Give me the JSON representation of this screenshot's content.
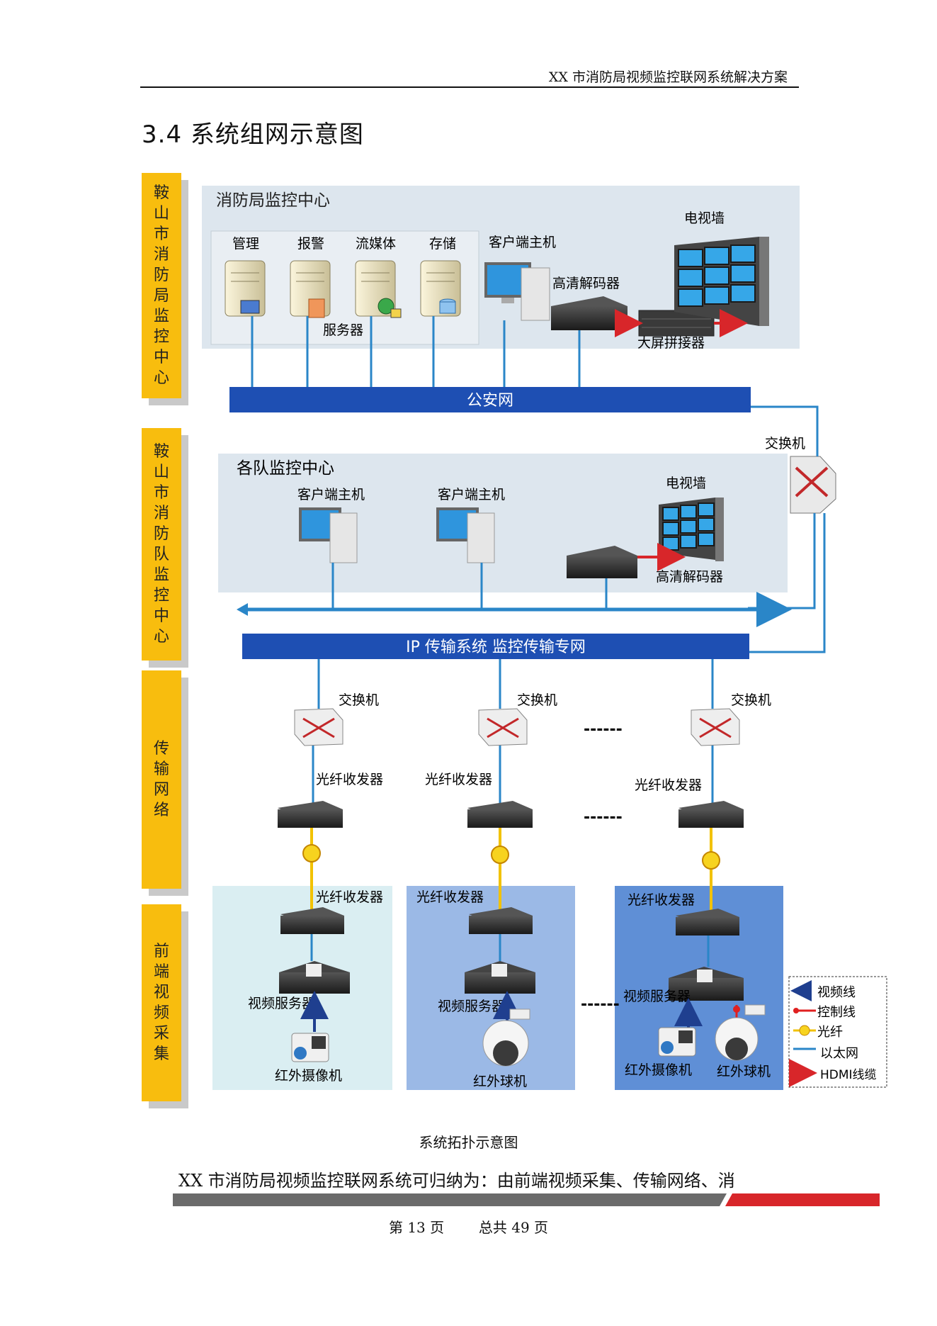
{
  "header": {
    "title": "XX 市消防局视频监控联网系统解决方案"
  },
  "section": {
    "heading": "3.4  系统组网示意图"
  },
  "tiers": [
    {
      "label": "鞍山市消防局监控中心"
    },
    {
      "label": "鞍山市消防队监控中心"
    },
    {
      "label": "传输网络"
    },
    {
      "label": "前端视频采集"
    }
  ],
  "diagram": {
    "bureau": {
      "title": "消防局监控中心",
      "servers": [
        "管理",
        "报警",
        "流媒体",
        "存储"
      ],
      "server_group": "服务器",
      "client": "客户端主机",
      "decoder": "高清解码器",
      "tv_wall": "电视墙",
      "splicer": "大屏拼接器"
    },
    "public_net": "公安网",
    "core_switch": "交换机",
    "team": {
      "title": "各队监控中心",
      "client1": "客户端主机",
      "client2": "客户端主机",
      "tv_wall": "电视墙",
      "decoder": "高清解码器"
    },
    "ip_net": "IP 传输系统  监控传输专网",
    "switches": [
      "交换机",
      "交换机",
      "交换机"
    ],
    "transceivers": [
      "光纤收发器",
      "光纤收发器",
      "光纤收发器"
    ],
    "ellipsis": "------",
    "front": [
      {
        "transceiver": "光纤收发器",
        "server": "视频服务器",
        "camera": "红外摄像机"
      },
      {
        "transceiver": "光纤收发器",
        "server": "视频服务器",
        "camera": "红外球机"
      },
      {
        "transceiver": "光纤收发器",
        "server": "视频服务器",
        "camera": "红外摄像机",
        "camera2": "红外球机"
      }
    ],
    "legend": [
      {
        "label": "视频线",
        "color": "#1f3f8f"
      },
      {
        "label": "控制线",
        "color": "#e02020"
      },
      {
        "label": "光纤",
        "color": "#f2c200"
      },
      {
        "label": "以太网",
        "color": "#2a86c8"
      },
      {
        "label": "HDMI线缆",
        "color": "#d8262a"
      }
    ],
    "colors": {
      "net_bar": "#1e4fb3",
      "ethernet": "#2a86c8",
      "fiber": "#f2c200",
      "hdmi": "#d8262a",
      "tier": "#f8bd0e"
    }
  },
  "caption": "系统拓扑示意图",
  "body_text": "XX 市消防局视频监控联网系统可归纳为：由前端视频采集、传输网络、消",
  "footer": {
    "page": "第 13 页",
    "total": "总共 49 页"
  }
}
